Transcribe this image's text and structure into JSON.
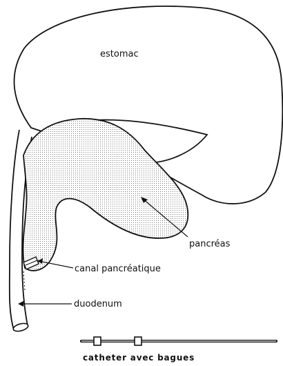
{
  "labels": {
    "stomach": "estomac",
    "pancreas": "pancréas",
    "pancreatic_duct": "canal pancréatique",
    "duodenum": "duodenum",
    "catheter": "catheter avec bagues"
  }
}
